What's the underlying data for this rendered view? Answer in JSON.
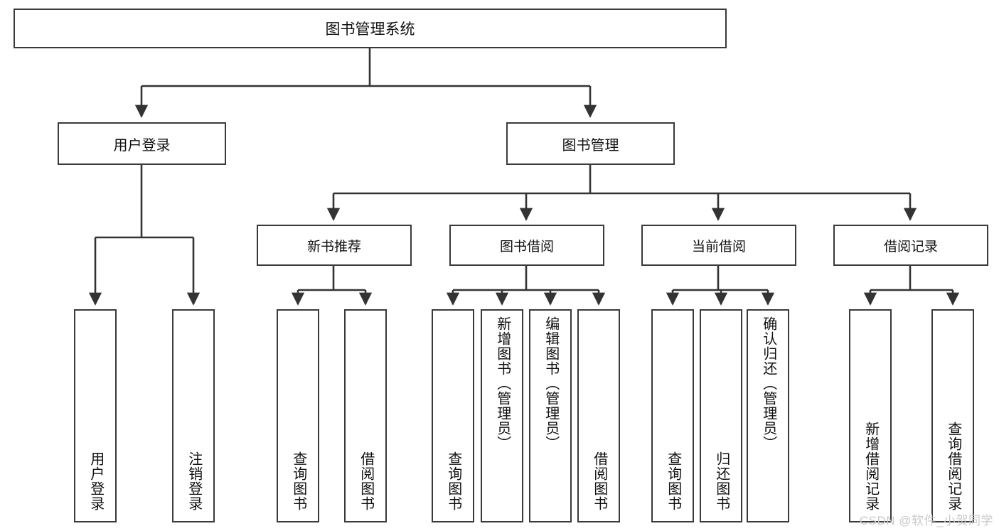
{
  "diagram": {
    "title": "图书管理系统",
    "type": "tree-hierarchy",
    "orientation": "top-down",
    "colors": {
      "node_border": "#3a3a3a",
      "node_fill": "#ffffff",
      "edge": "#333333",
      "text": "#111111",
      "watermark": "#c9c9c9",
      "background": "#ffffff"
    }
  },
  "root": {
    "label": "图书管理系统"
  },
  "level1": [
    {
      "label": "用户登录"
    },
    {
      "label": "图书管理"
    }
  ],
  "level2": [
    {
      "label": "新书推荐"
    },
    {
      "label": "图书借阅"
    },
    {
      "label": "当前借阅"
    },
    {
      "label": "借阅记录"
    }
  ],
  "leaves": {
    "user_login": [
      {
        "label": "用户登录"
      },
      {
        "label": "注销登录"
      }
    ],
    "new_book_recommend": [
      {
        "label": "查询图书"
      },
      {
        "label": "借阅图书"
      }
    ],
    "book_borrow": [
      {
        "label": "查询图书"
      },
      {
        "label": "新增图书（管理员）"
      },
      {
        "label": "编辑图书（管理员）"
      },
      {
        "label": "借阅图书"
      }
    ],
    "current_borrow": [
      {
        "label": "查询图书"
      },
      {
        "label": "归还图书"
      },
      {
        "label": "确认归还（管理员）"
      }
    ],
    "borrow_record": [
      {
        "label": "新增借阅记录"
      },
      {
        "label": "查询借阅记录"
      }
    ]
  },
  "watermark": {
    "text": "CSDN @软件_小贺同学"
  }
}
